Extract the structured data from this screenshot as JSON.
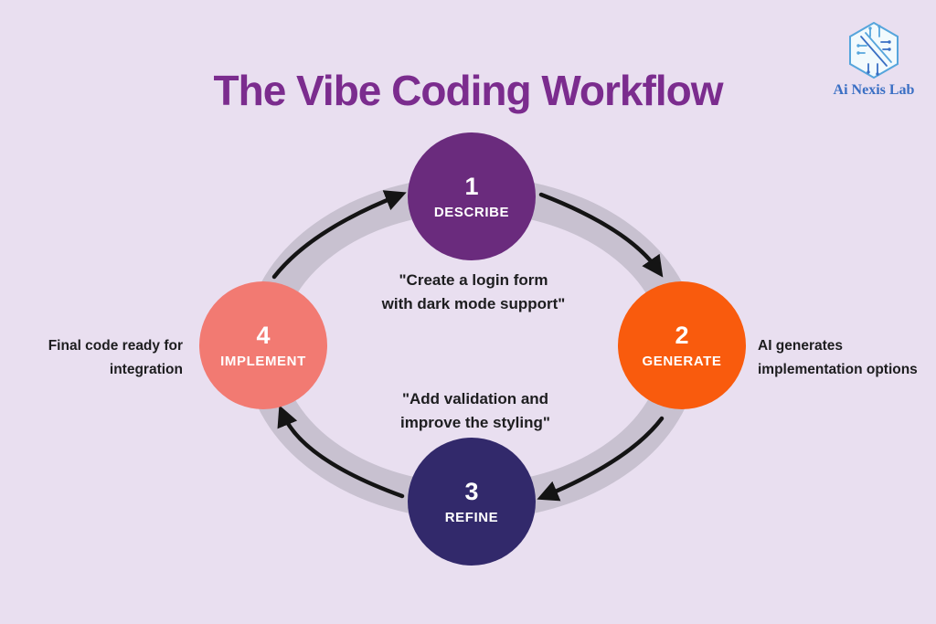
{
  "title": "The Vibe Coding Workflow",
  "brand": {
    "name": "Ai Nexis Lab",
    "icon": "circuit-hexagon"
  },
  "colors": {
    "bg": "#E9DFF0",
    "title-text": "#7B2C8E",
    "ring": "#C8C1D0",
    "arrow": "#141414",
    "note-text": "#1D1D1F",
    "circle-text": "#FFFFFF",
    "step-describe": "#6A2B7D",
    "step-generate": "#F95B0D",
    "step-refine": "#32296B",
    "step-implement": "#F27A72",
    "brand-blue": "#3A6FC4",
    "brand-blue-light": "#56A5DC"
  },
  "steps": [
    {
      "number": "1",
      "label": "DESCRIBE"
    },
    {
      "number": "2",
      "label": "GENERATE"
    },
    {
      "number": "3",
      "label": "REFINE"
    },
    {
      "number": "4",
      "label": "IMPLEMENT"
    }
  ],
  "annotations": {
    "describe_example": {
      "lines": [
        "\"Create a login form",
        "with dark mode support\""
      ]
    },
    "refine_example": {
      "lines": [
        "\"Add validation and",
        "improve the styling\""
      ]
    },
    "implement_note": {
      "lines": [
        "Final code ready for",
        "integration"
      ]
    },
    "generate_note": {
      "lines": [
        "AI generates",
        "implementation options"
      ]
    }
  }
}
